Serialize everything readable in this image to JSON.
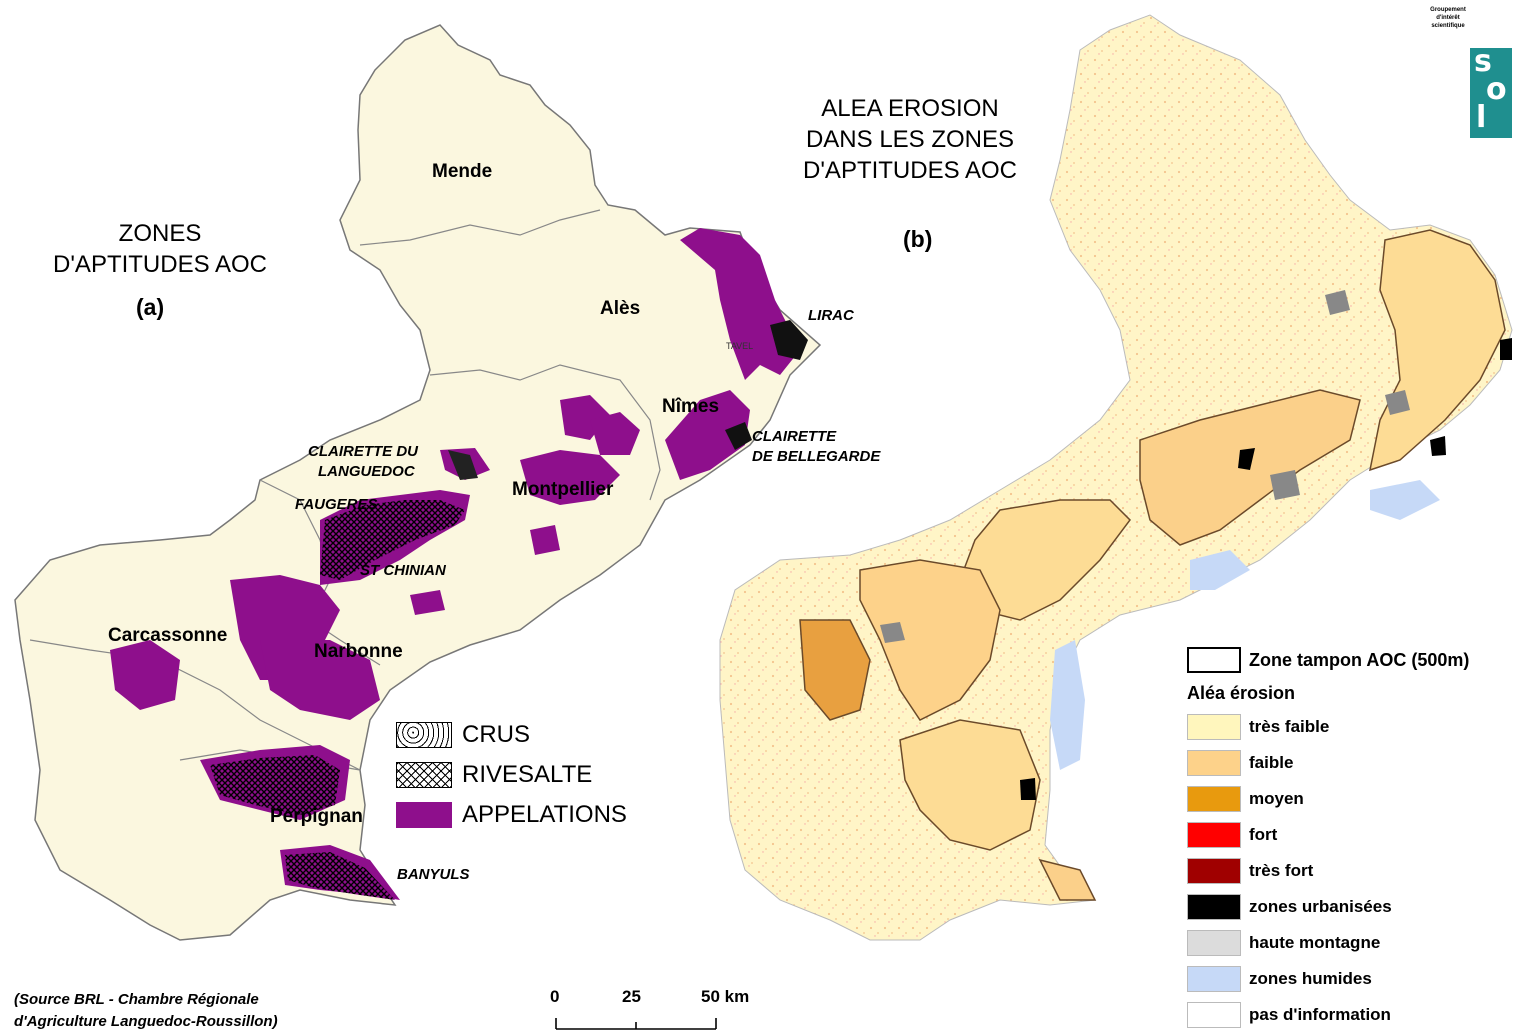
{
  "panel_a": {
    "title_line1": "ZONES",
    "title_line2": "D'APTITUDES AOC",
    "letter": "(a)",
    "cities": [
      "Mende",
      "Alès",
      "Nîmes",
      "Montpellier",
      "Carcassonne",
      "Narbonne",
      "Perpignan"
    ],
    "aoc_labels": [
      "LIRAC",
      "TAVEL",
      "CLAIRETTE",
      "DE BELLEGARDE",
      "CLAIRETTE DU",
      "LANGUEDOC",
      "FAUGERES",
      "ST CHINIAN",
      "BANYULS"
    ],
    "legend": [
      {
        "label": "CRUS"
      },
      {
        "label": "RIVESALTE"
      },
      {
        "label": "APPELATIONS",
        "color": "#8e0f8c"
      }
    ]
  },
  "panel_b": {
    "title_line1": "ALEA EROSION",
    "title_line2": "DANS LES ZONES",
    "title_line3": "D'APTITUDES AOC",
    "letter": "(b)",
    "buffer_label": "Zone tampon AOC (500m)",
    "legend_heading": "Aléa érosion",
    "legend": [
      {
        "label": "très faible",
        "color": "#fff6bd"
      },
      {
        "label": "faible",
        "color": "#fdd28a"
      },
      {
        "label": "moyen",
        "color": "#e89a0e"
      },
      {
        "label": "fort",
        "color": "#ff0000"
      },
      {
        "label": "très fort",
        "color": "#a00000"
      },
      {
        "label": "zones urbanisées",
        "color": "#000000"
      },
      {
        "label": "haute montagne",
        "color": "#dcdcdc"
      },
      {
        "label": "zones humides",
        "color": "#c6d9f7"
      },
      {
        "label": "pas d'information",
        "color": "#ffffff"
      }
    ]
  },
  "source": {
    "line1": "(Source BRL - Chambre Régionale",
    "line2": "d'Agriculture Languedoc-Roussillon)"
  },
  "scale": {
    "ticks": [
      "0",
      "25",
      "50 km"
    ]
  },
  "logo": {
    "small_line1": "Groupement",
    "small_line2": "d'intérêt",
    "small_line3": "scientifique",
    "letters": [
      "s",
      "o",
      "l"
    ],
    "color": "#1f8f8f"
  },
  "colors": {
    "region_fill": "#fbf7df",
    "appellation": "#8e0f8c"
  }
}
